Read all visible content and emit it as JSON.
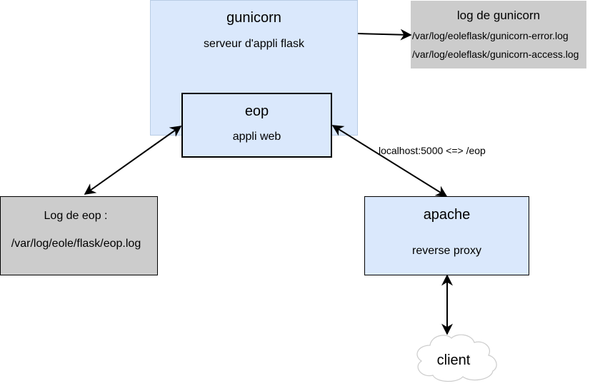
{
  "nodes": {
    "gunicorn": {
      "title": "gunicorn",
      "subtitle": "serveur d'appli flask"
    },
    "eop": {
      "title": "eop",
      "subtitle": "appli web"
    },
    "gunicorn_log": {
      "title": "log de gunicorn",
      "error_path": "/var/log/eoleflask/gunicorn-error.log",
      "access_path": "/var/log/eoleflask/gunicorn-access.log"
    },
    "eop_log": {
      "title": "Log de eop :",
      "path": "/var/log/eole/flask/eop.log"
    },
    "apache": {
      "title": "apache",
      "subtitle": "reverse proxy"
    },
    "client": {
      "label": "client"
    }
  },
  "edges": {
    "eop_apache_label": "localhost:5000 <=> /eop"
  },
  "colors": {
    "app_fill": "#dae8fc",
    "log_fill": "#cccccc",
    "stroke": "#000000",
    "cloud_stroke": "#cccccc"
  }
}
